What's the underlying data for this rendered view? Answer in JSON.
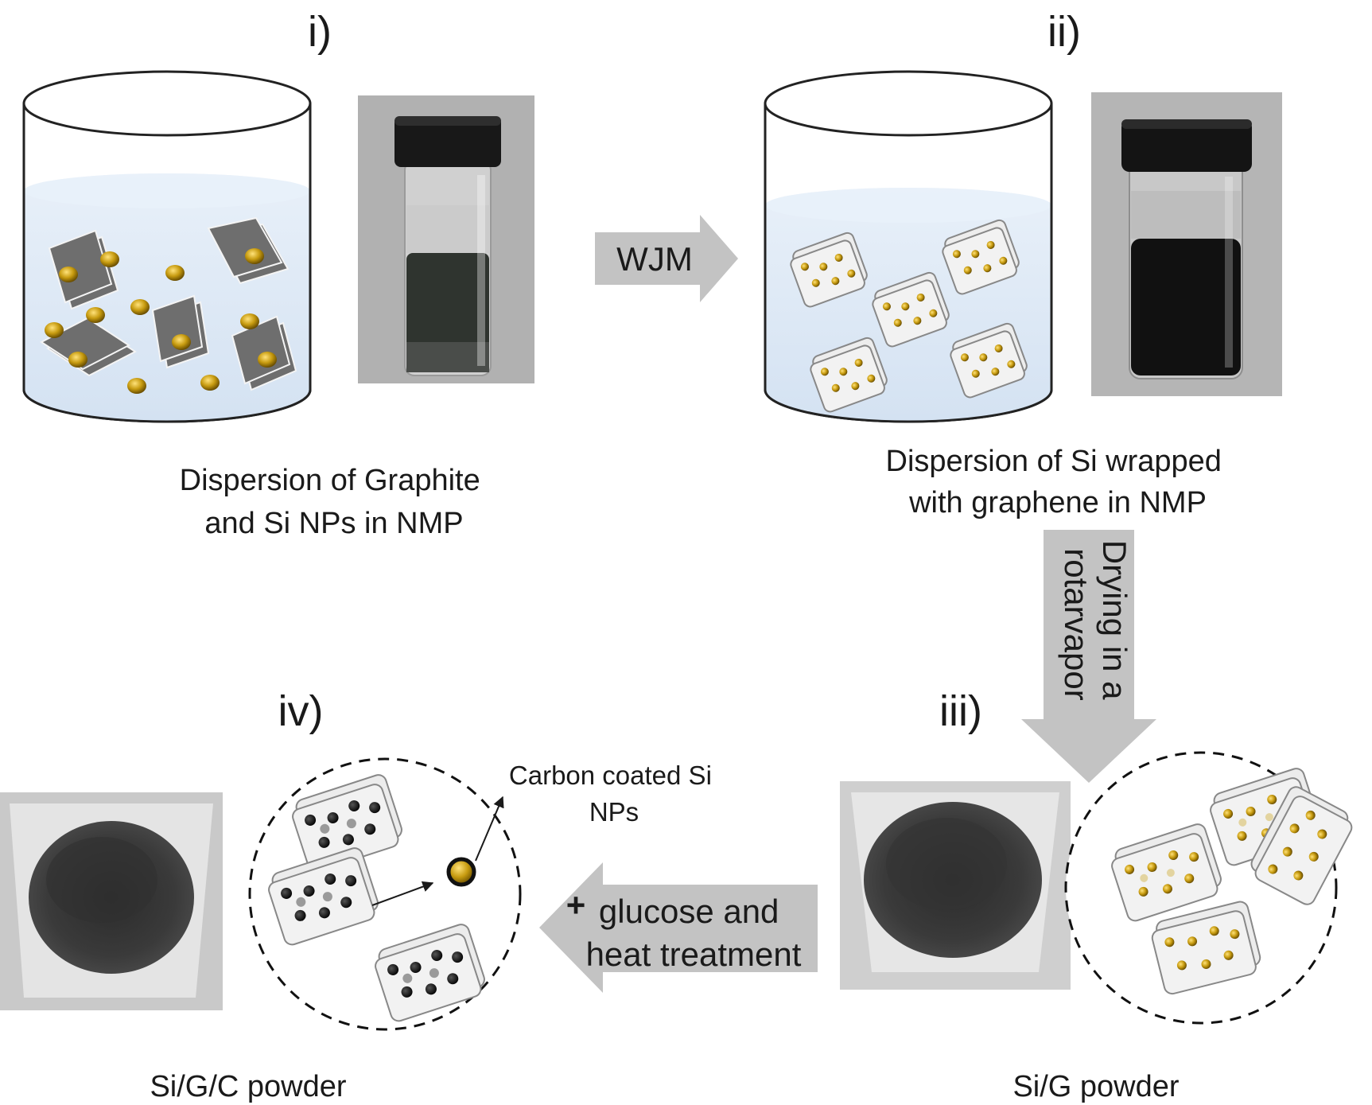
{
  "steps": {
    "step1": {
      "label": "i)",
      "caption_lines": [
        "Dispersion of Graphite",
        "and Si NPs in NMP"
      ]
    },
    "step2": {
      "label": "ii)",
      "caption_lines": [
        "Dispersion of Si wrapped",
        "with graphene in NMP"
      ]
    },
    "step3": {
      "label": "iii)",
      "caption": "Si/G powder"
    },
    "step4": {
      "label": "iv)",
      "caption": "Si/G/C powder"
    }
  },
  "arrows": {
    "wjm": "WJM",
    "drying_lines": [
      "Drying in a",
      "rotarvapor"
    ],
    "treatment_plus": "+",
    "treatment_lines": [
      "glucose and",
      "heat treatment"
    ]
  },
  "annotation": {
    "lines": [
      "Carbon coated Si",
      "NPs"
    ]
  },
  "colors": {
    "arrow_fill": "#c3c3c3",
    "liquid": "#dfeaf6",
    "graphite_sheet": "#6e6e6e",
    "si_nanoparticle": "#c79b10",
    "carbon_coated_particle": "#111111",
    "graphene_sheet": "#efefef"
  }
}
